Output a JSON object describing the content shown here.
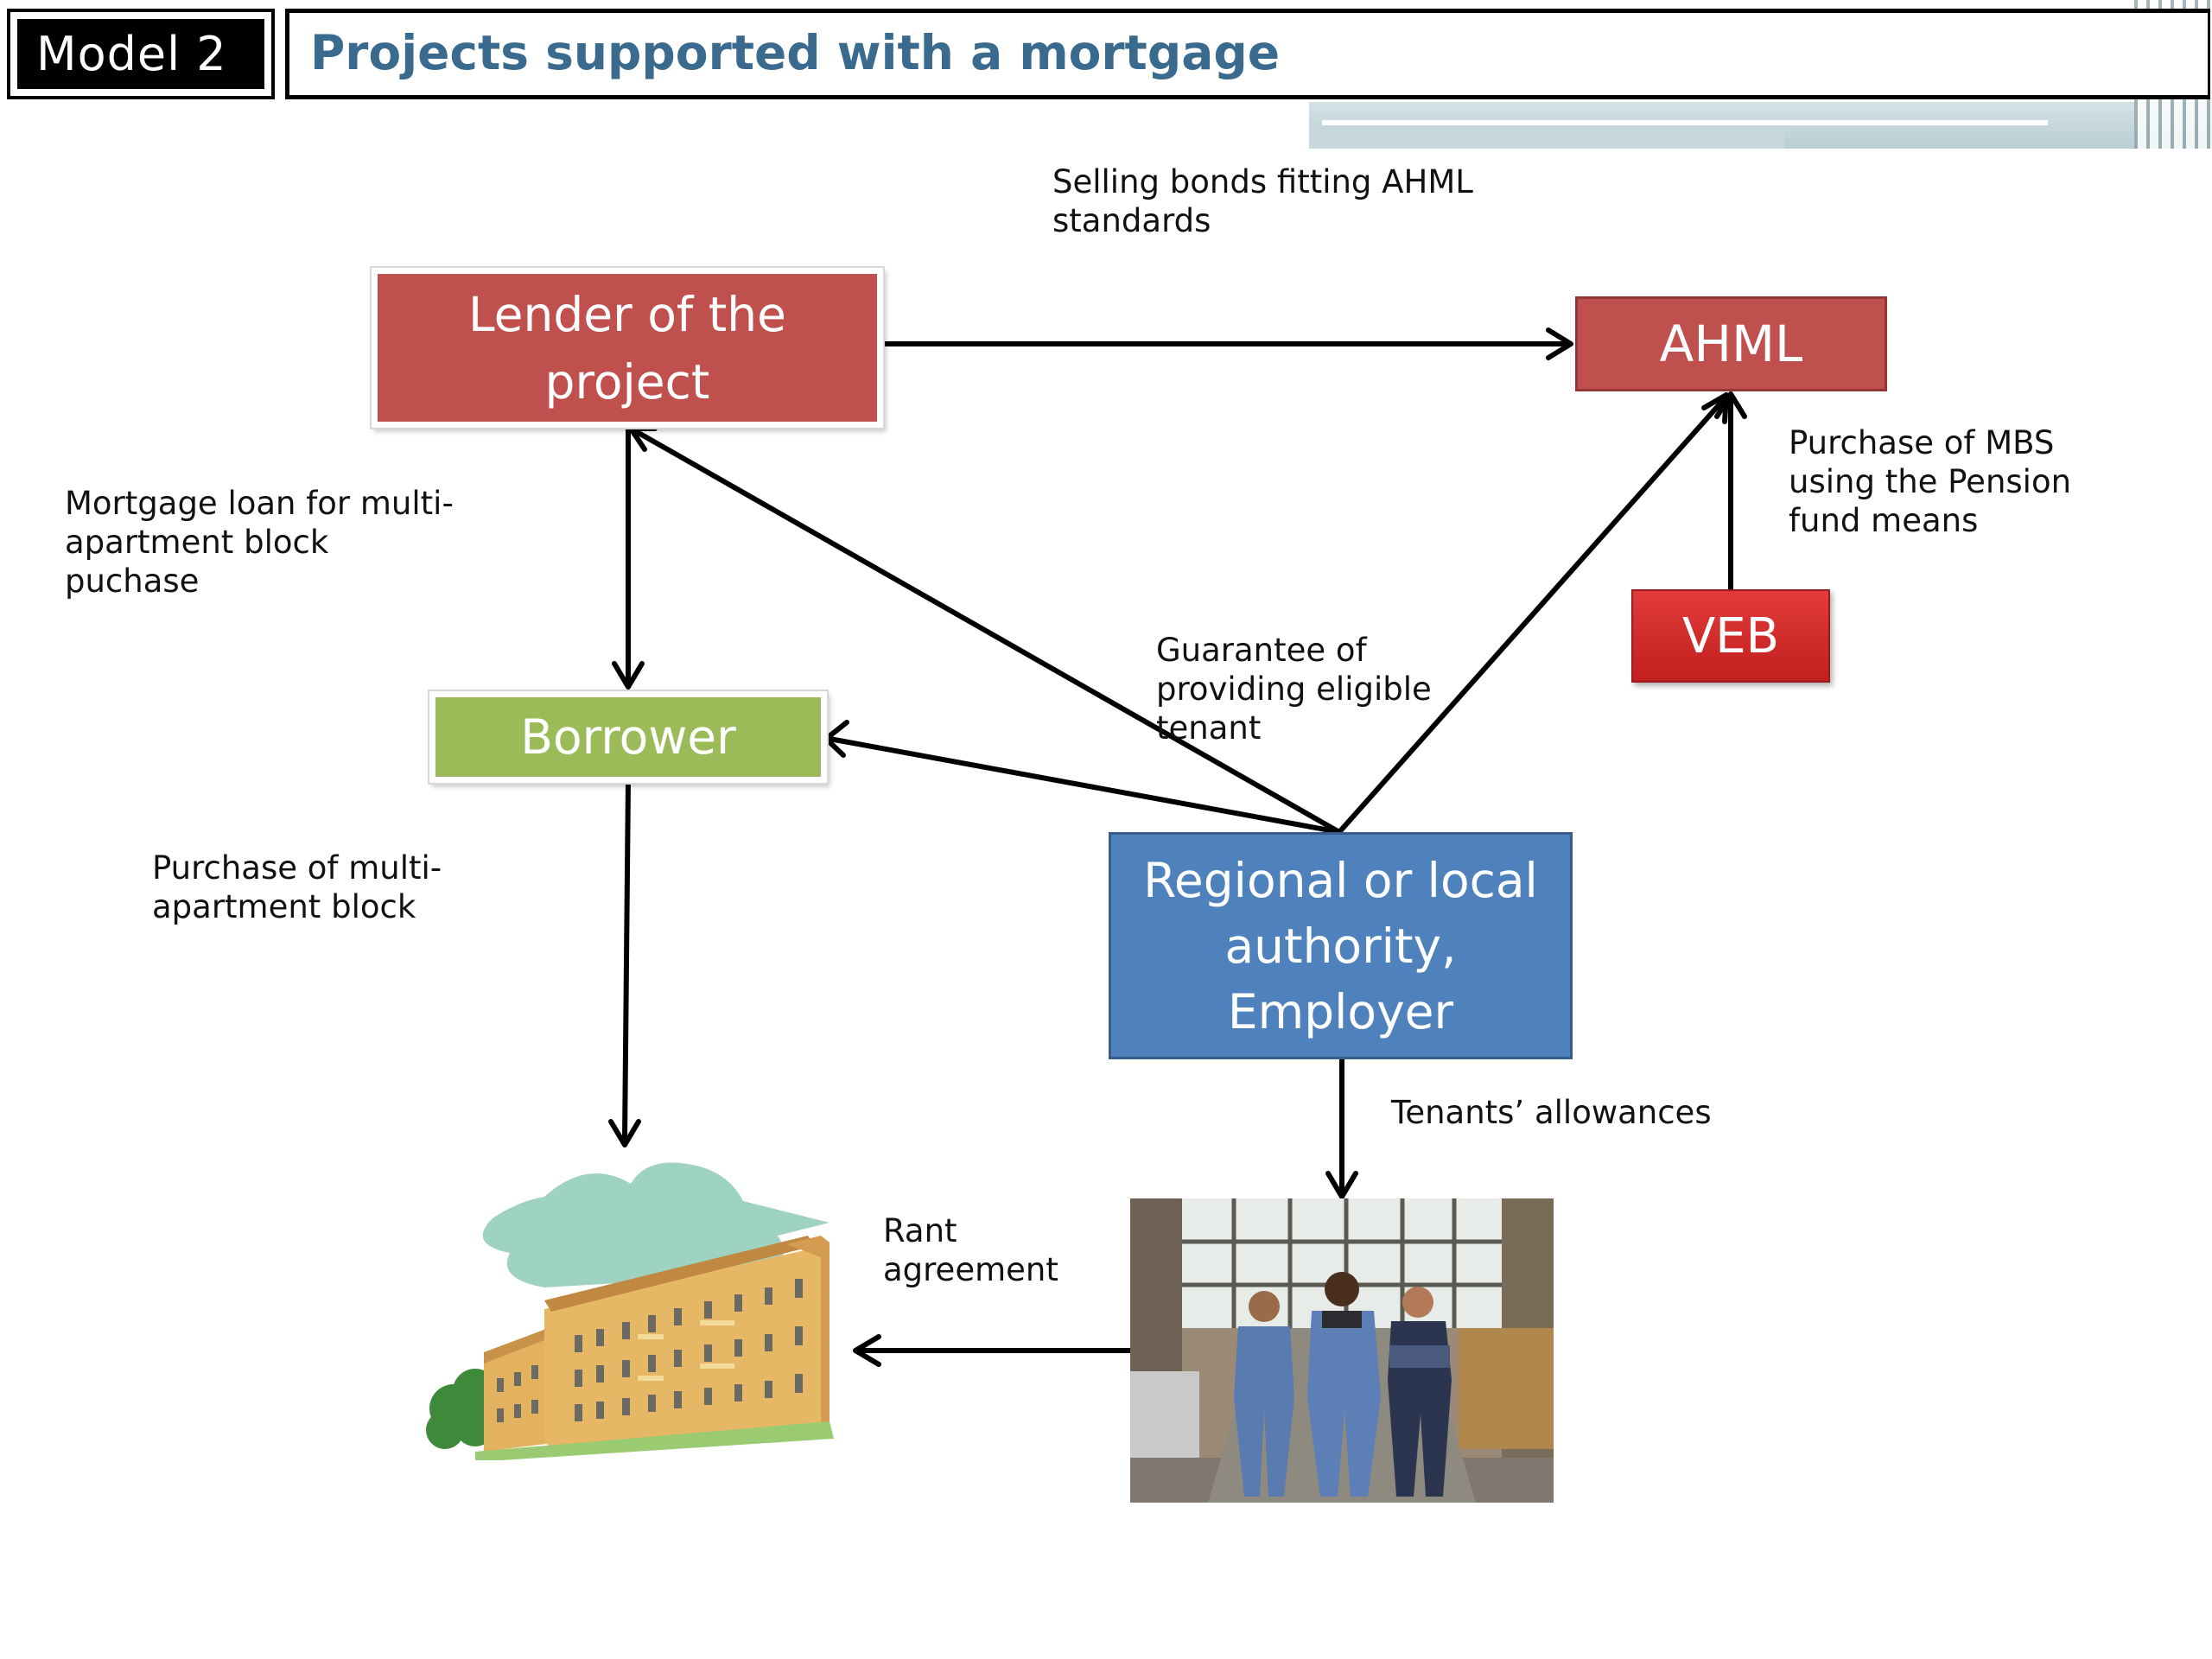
{
  "header": {
    "model_label": "Model  2",
    "title": "Projects supported with a mortgage"
  },
  "boxes": {
    "lender": "Lender of the\nproject",
    "ahml": "AHML",
    "veb": "VEB",
    "borrower": "Borrower",
    "authority": "Regional or local\nauthority,\nEmployer"
  },
  "notes": {
    "selling_bonds": "Selling bonds fitting AHML\nstandards",
    "mortgage_loan": "Mortgage loan for multi-\napartment block\npuchase",
    "purchase_mbs": "Purchase of MBS\nusing the Pension\nfund means",
    "guarantee": "Guarantee of\nproviding eligible\ntenant",
    "purchase_block": "Purchase of multi-\napartment block",
    "tenants_allowances": "Tenants’ allowances",
    "rant_agreement": "Rant\nagreement"
  },
  "colors": {
    "red_box": "#c0504d",
    "veb_red": "#d42a2a",
    "green_box": "#9bbb59",
    "blue_box": "#4f81bd",
    "title_blue": "#3a6a8e"
  },
  "illustrations": {
    "building": "apartment-building-clipart",
    "workers": "photo-of-three-workers"
  }
}
